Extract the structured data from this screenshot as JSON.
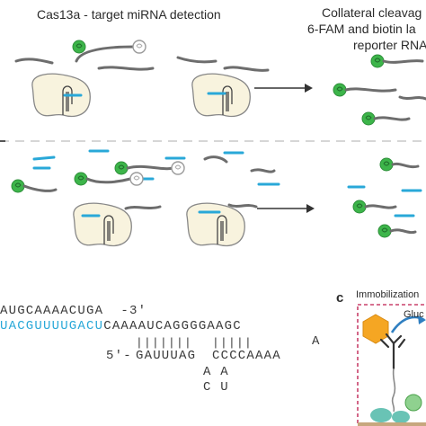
{
  "panel_a": {
    "title": "Cas13a - target miRNA detection",
    "result_line1": "Collateral cleavag",
    "result_line2": "6-FAM and biotin la",
    "result_line3": "reporter RNA"
  },
  "panel_c": {
    "letter": "c",
    "title": "Immobilization",
    "gluc_label": "Gluc"
  },
  "sequence": {
    "row1": "AUGCAAAACUGA  -3'",
    "row2_blue": "UACGUUUUGACU",
    "row2_rest": "CAAAAUCAGGGGAAGC",
    "row3_bars_a": "|||||||",
    "row3_bars_b": "|||||",
    "row3_A": "A",
    "row4_prefix": "5'-",
    "row4_left": "GAUUUAG",
    "row4_right": "CCCCAAAA",
    "row5": "A A",
    "row6": "C U"
  },
  "colors": {
    "strand": "#6d6d6d",
    "fam": "#3db54a",
    "biotin": "#c9c9c9",
    "mirna": "#29a8d8",
    "cas13a_fill": "#f8f3de",
    "cas13a_stroke": "#888888",
    "border_dash": "#c8416b",
    "hexagon": "#f5a623",
    "arrow_blue": "#2f7fc1",
    "teal": "#69c3b5",
    "surface": "#c7a77e"
  }
}
